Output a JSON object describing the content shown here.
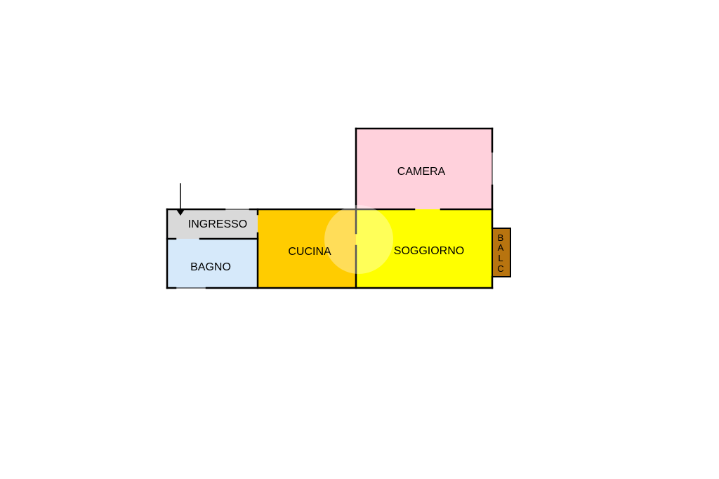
{
  "rooms": {
    "camera": {
      "label": "CAMERA",
      "color": "#FFD1DC"
    },
    "ingresso": {
      "label": "INGRESSO",
      "color": "#D9D9D9"
    },
    "bagno": {
      "label": "BAGNO",
      "color": "#D6E9FA"
    },
    "cucina": {
      "label": "CUCINA",
      "color": "#FFCC00"
    },
    "soggiorno": {
      "label": "SOGGIORNO",
      "color": "#FFFF00"
    },
    "balcone": {
      "letters": [
        "B",
        "A",
        "L",
        "C"
      ],
      "color": "#B8740F"
    }
  },
  "wall_color": "#000000",
  "entrance_arrow": {
    "icon": "arrow-down-icon"
  }
}
